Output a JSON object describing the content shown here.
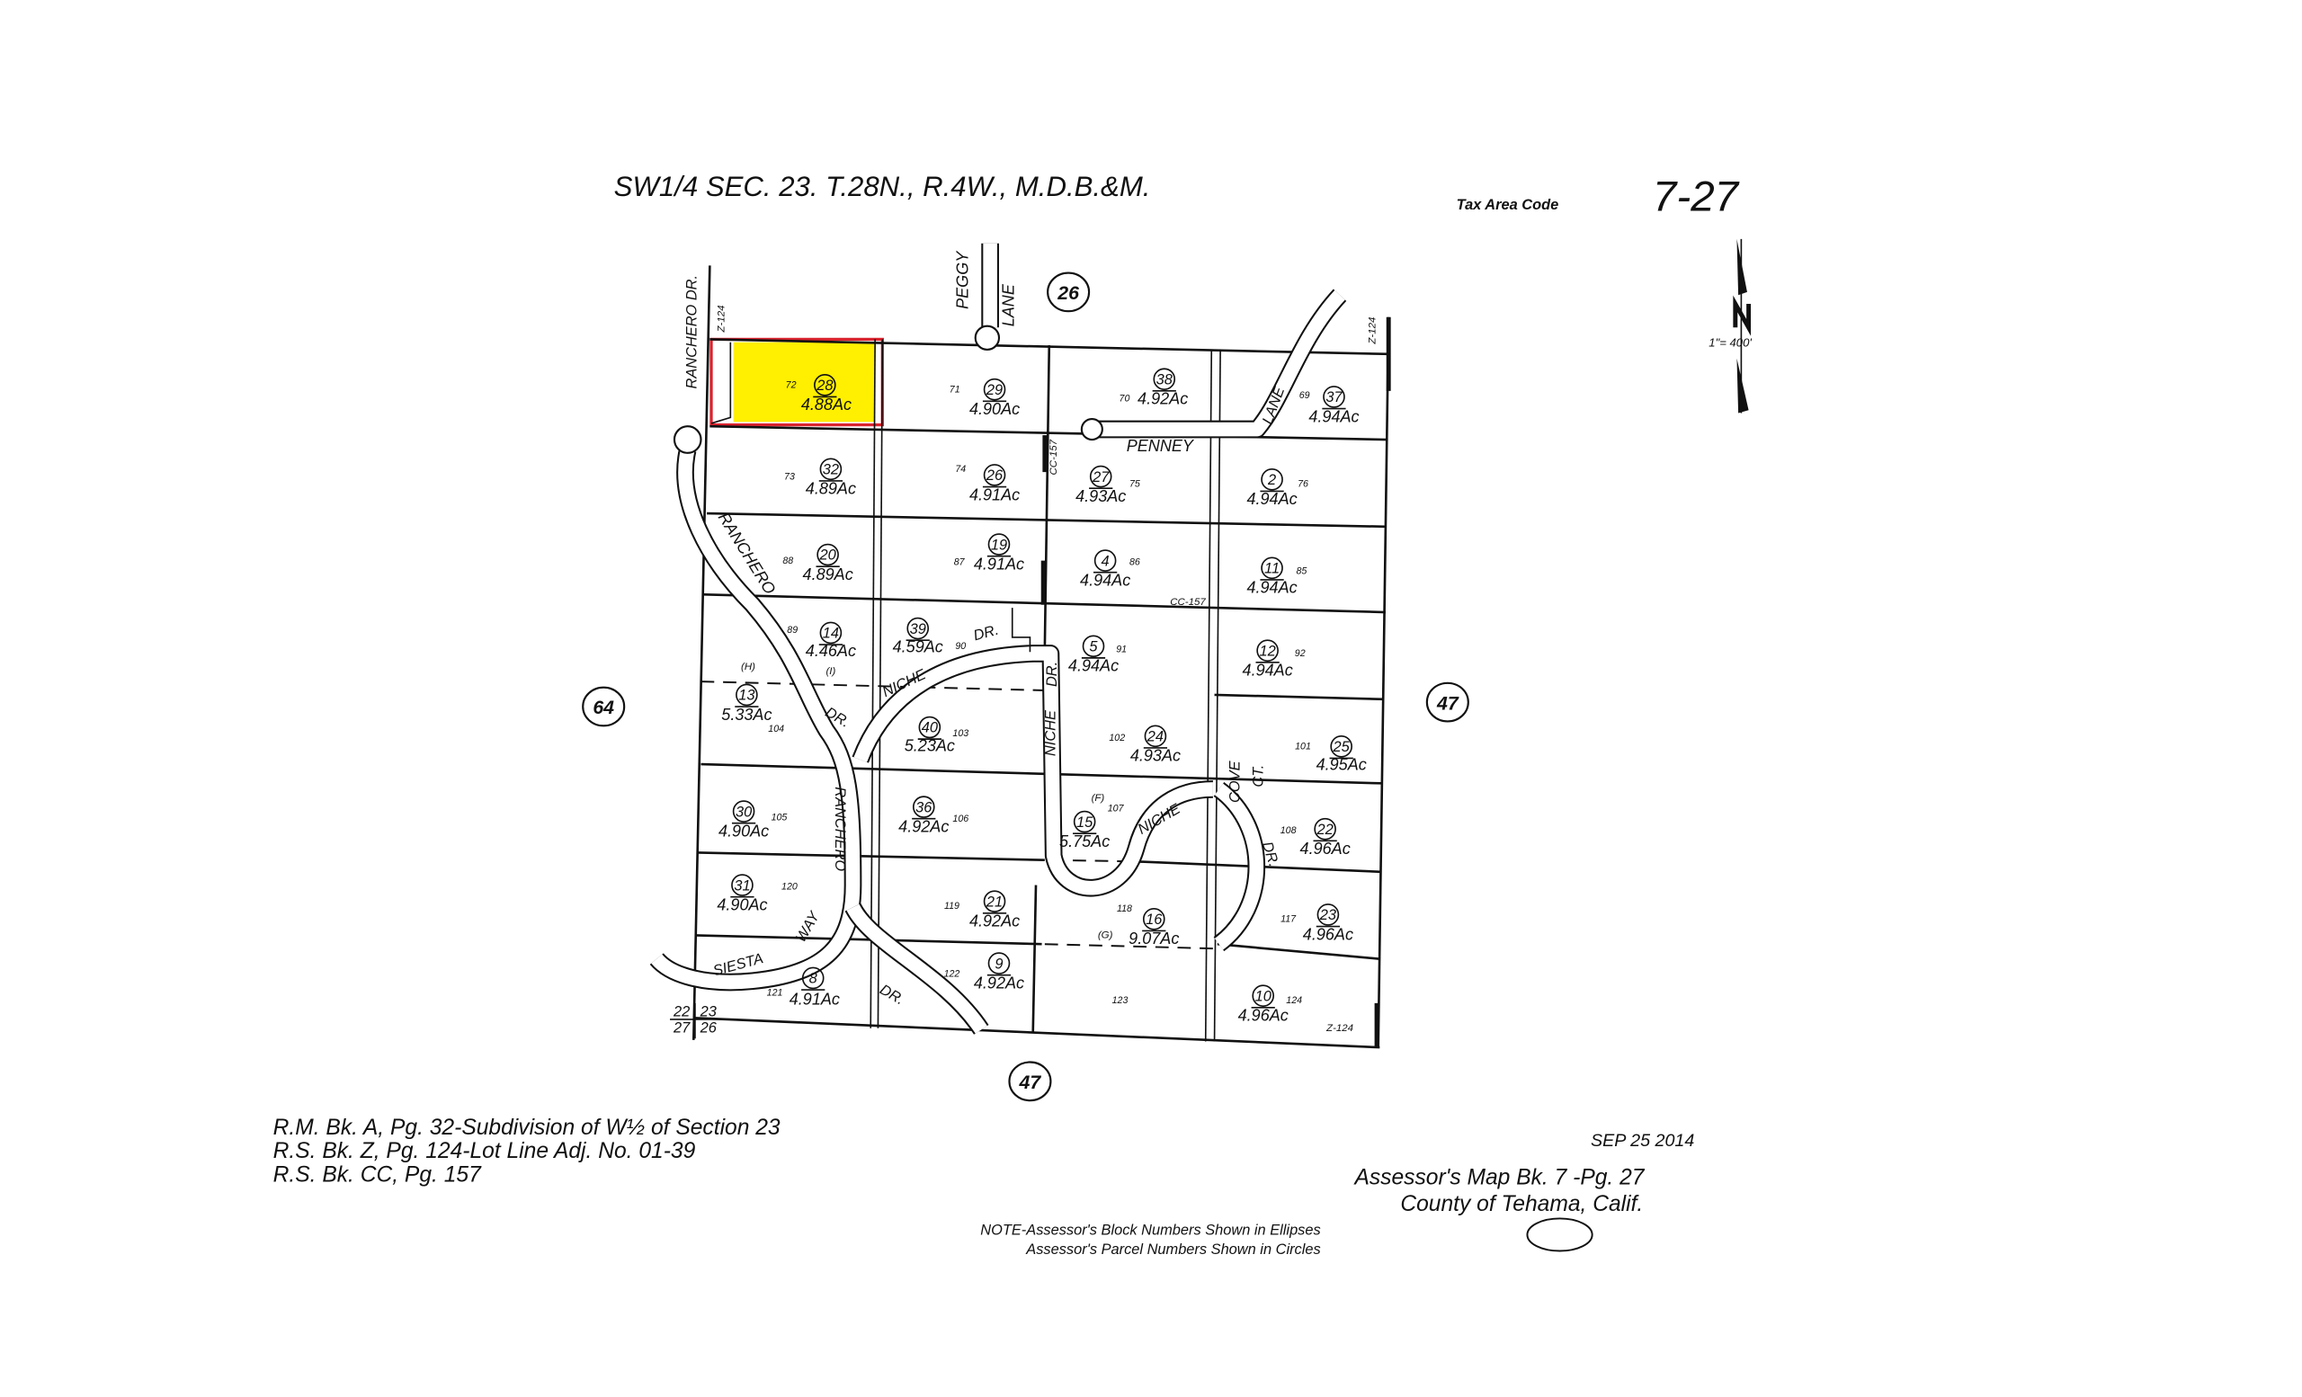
{
  "header": {
    "title": "SW1/4 SEC. 23. T.28N., R.4W., M.D.B.&M.",
    "tax_area_code_label": "Tax Area Code",
    "map_number": "7-27",
    "scale": "1\"= 400'"
  },
  "colors": {
    "highlight_fill": "#ffef00",
    "highlight_border": "#d9232e",
    "ink": "#111111"
  },
  "blocks": [
    "26",
    "64",
    "47",
    "47"
  ],
  "parcels": [
    {
      "parcel": "28",
      "acres": "4.88Ac",
      "lot": "72"
    },
    {
      "parcel": "29",
      "acres": "4.90Ac",
      "lot": "71"
    },
    {
      "parcel": "38",
      "acres": "4.92Ac",
      "lot": "70"
    },
    {
      "parcel": "37",
      "acres": "4.94Ac",
      "lot": "69"
    },
    {
      "parcel": "32",
      "acres": "4.89Ac",
      "lot": "73"
    },
    {
      "parcel": "26",
      "acres": "4.91Ac",
      "lot": "74"
    },
    {
      "parcel": "27",
      "acres": "4.93Ac",
      "lot": "75"
    },
    {
      "parcel": "2",
      "acres": "4.94Ac",
      "lot": "76"
    },
    {
      "parcel": "20",
      "acres": "4.89Ac",
      "lot": "88"
    },
    {
      "parcel": "19",
      "acres": "4.91Ac",
      "lot": "87"
    },
    {
      "parcel": "4",
      "acres": "4.94Ac",
      "lot": "86"
    },
    {
      "parcel": "11",
      "acres": "4.94Ac",
      "lot": "85"
    },
    {
      "parcel": "14",
      "acres": "4.46Ac",
      "lot": "89"
    },
    {
      "parcel": "39",
      "acres": "4.59Ac",
      "lot": "90"
    },
    {
      "parcel": "5",
      "acres": "4.94Ac",
      "lot": "91"
    },
    {
      "parcel": "12",
      "acres": "4.94Ac",
      "lot": "92"
    },
    {
      "parcel": "13",
      "acres": "5.33Ac",
      "lot": "104"
    },
    {
      "parcel": "40",
      "acres": "5.23Ac",
      "lot": "103"
    },
    {
      "parcel": "24",
      "acres": "4.93Ac",
      "lot": "102"
    },
    {
      "parcel": "25",
      "acres": "4.95Ac",
      "lot": "101"
    },
    {
      "parcel": "30",
      "acres": "4.90Ac",
      "lot": "105"
    },
    {
      "parcel": "36",
      "acres": "4.92Ac",
      "lot": "106"
    },
    {
      "parcel": "15",
      "acres": "5.75Ac",
      "lot": "107"
    },
    {
      "parcel": "22",
      "acres": "4.96Ac",
      "lot": "108"
    },
    {
      "parcel": "31",
      "acres": "4.90Ac",
      "lot": "120"
    },
    {
      "parcel": "21",
      "acres": "4.92Ac",
      "lot": "119"
    },
    {
      "parcel": "16",
      "acres": "9.07Ac",
      "lot": "118"
    },
    {
      "parcel": "23",
      "acres": "4.96Ac",
      "lot": "117"
    },
    {
      "parcel": "8",
      "acres": "4.91Ac",
      "lot": "121"
    },
    {
      "parcel": "9",
      "acres": "4.92Ac",
      "lot": "122"
    },
    {
      "parcel": "10",
      "acres": "4.96Ac",
      "lot": "124"
    }
  ],
  "extra_lots": [
    "123"
  ],
  "road_labels": [
    "RANCHERO DR.",
    "PEGGY",
    "LANE",
    "PENNEY",
    "LANE",
    "RANCHERO",
    "DR.",
    "NICHE",
    "DR.",
    "DR.",
    "NICHE",
    "NICHE",
    "COVE",
    "CT.",
    "DR.",
    "RANCHERO",
    "WAY",
    "SIESTA",
    "DR."
  ],
  "annotations": [
    "Z-124",
    "Z-124",
    "CC-157",
    "CC-157",
    "Z-124",
    "(H)",
    "(I)",
    "(F)",
    "(G)",
    "22",
    "23",
    "27",
    "26"
  ],
  "footer": {
    "references": [
      "R.M. Bk. A, Pg. 32-Subdivision of W½ of Section 23",
      "R.S. Bk. Z, Pg. 124-Lot Line Adj. No. 01-39",
      "R.S. Bk. CC, Pg. 157"
    ],
    "stamp_date": "SEP 25 2014",
    "map_book": "Assessor's Map Bk.  7  -Pg. 27",
    "county": "County of Tehama, Calif.",
    "note_1": "NOTE-Assessor's Block Numbers Shown in Ellipses",
    "note_2": "Assessor's Parcel Numbers Shown in Circles"
  }
}
